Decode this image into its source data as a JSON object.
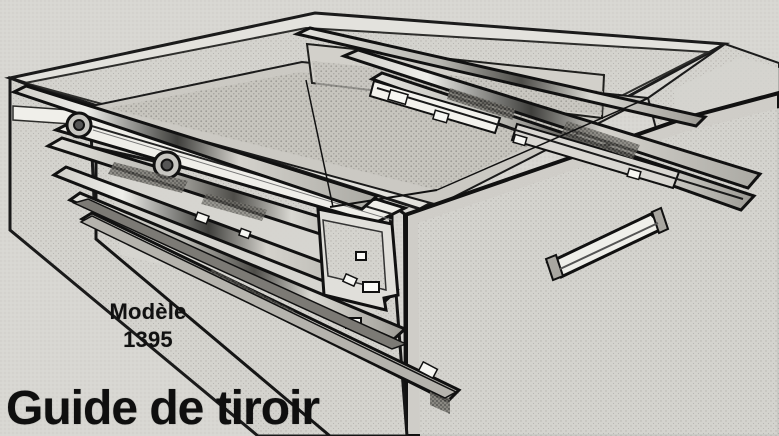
{
  "labels": {
    "model_word": "Modèle",
    "model_number": "1395",
    "caption": "Guide de tiroir"
  },
  "colors": {
    "paper": "#d8d7d2",
    "ink": "#111111",
    "panel_light": "#e7e6e1",
    "panel_mid": "#bdbbb5",
    "panel_dark": "#50504c"
  },
  "icons": [
    "drawer-slide-illustration"
  ]
}
